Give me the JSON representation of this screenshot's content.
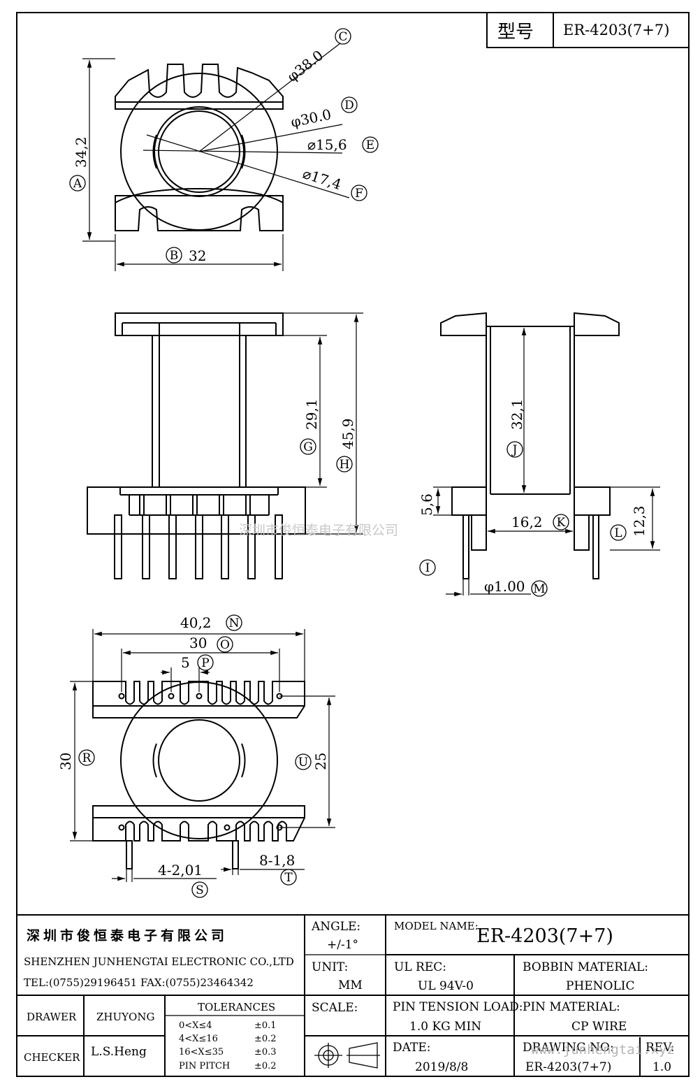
{
  "header": {
    "type_label": "型号",
    "type_value": "ER-4203(7+7)"
  },
  "dimensions": {
    "A": {
      "marker": "A",
      "text": "34,2"
    },
    "B": {
      "marker": "B",
      "text": "32"
    },
    "C": {
      "marker": "C",
      "text": "φ38.0"
    },
    "D": {
      "marker": "D",
      "text": "φ30.0"
    },
    "E": {
      "marker": "E",
      "text": "⌀15,6"
    },
    "F": {
      "marker": "F",
      "text": "⌀17,4"
    },
    "G": {
      "marker": "G",
      "text": "29,1"
    },
    "H": {
      "marker": "H",
      "text": "45,9"
    },
    "I": {
      "marker": "I"
    },
    "J": {
      "marker": "J",
      "text": "32,1"
    },
    "K": {
      "marker": "K",
      "text": "16,2"
    },
    "L": {
      "marker": "L",
      "text": "12,3"
    },
    "five_six": "5,6",
    "M": {
      "marker": "M",
      "text": "φ1.00"
    },
    "N": {
      "marker": "N",
      "text": "40,2"
    },
    "O": {
      "marker": "O",
      "text": "30"
    },
    "P": {
      "marker": "P",
      "text": "5"
    },
    "R": {
      "marker": "R",
      "text": "30"
    },
    "U": {
      "marker": "U",
      "text": "25"
    },
    "S": {
      "marker": "S",
      "text": "4-2,01"
    },
    "T": {
      "marker": "T",
      "text": "8-1,8"
    }
  },
  "watermark": {
    "company": "深圳市俊恒泰电子有限公司",
    "url": "www.junhengtai.xyz"
  },
  "title_block": {
    "company_cn": "深圳市俊恒泰电子有限公司",
    "company_en": "SHENZHEN JUNHENGTAI ELECTRONIC CO.,LTD",
    "contact": "TEL:(0755)29196451 FAX:(0755)23464342",
    "angle_label": "ANGLE:",
    "angle_value": "+/-1°",
    "model_name_label": "MODEL NAME:",
    "model_name_value": "ER-4203(7+7)",
    "unit_label": "UNIT:",
    "unit_value": "MM",
    "ul_rec_label": "UL REC:",
    "ul_rec_value": "UL 94V-0",
    "bobbin_material_label": "BOBBIN MATERIAL:",
    "bobbin_material_value": "PHENOLIC",
    "drawer_label": "DRAWER",
    "drawer_value": "ZHUYONG",
    "checker_label": "CHECKER",
    "checker_value": "L.S.Heng",
    "tolerances_label": "TOLERANCES",
    "tolerances": [
      {
        "range": "0<X≤4",
        "value": "±0.1"
      },
      {
        "range": "4<X≤16",
        "value": "±0.2"
      },
      {
        "range": "16<X≤35",
        "value": "±0.3"
      },
      {
        "range": "PIN PITCH",
        "value": "±0.2"
      }
    ],
    "scale_label": "SCALE:",
    "pin_tension_label": "PIN TENSION LOAD:",
    "pin_tension_value": "1.0 KG MIN",
    "pin_material_label": "PIN MATERIAL:",
    "pin_material_value": "CP WIRE",
    "date_label": "DATE:",
    "date_value": "2019/8/8",
    "drawing_no_label": "DRAWING NO:",
    "drawing_no_value": "ER-4203(7+7)",
    "rev_label": "REV:",
    "rev_value": "1.0"
  }
}
